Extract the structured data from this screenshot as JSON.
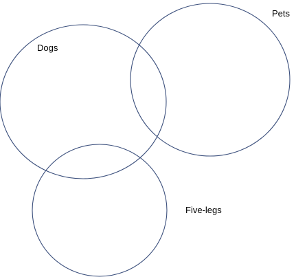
{
  "diagram": {
    "type": "venn",
    "outline_color": "#3b4f7c",
    "text_color": "#000000",
    "sets": [
      {
        "id": "dogs",
        "label": "Dogs"
      },
      {
        "id": "pets",
        "label": "Pets"
      },
      {
        "id": "five-legs",
        "label": "Five-legs"
      }
    ]
  }
}
